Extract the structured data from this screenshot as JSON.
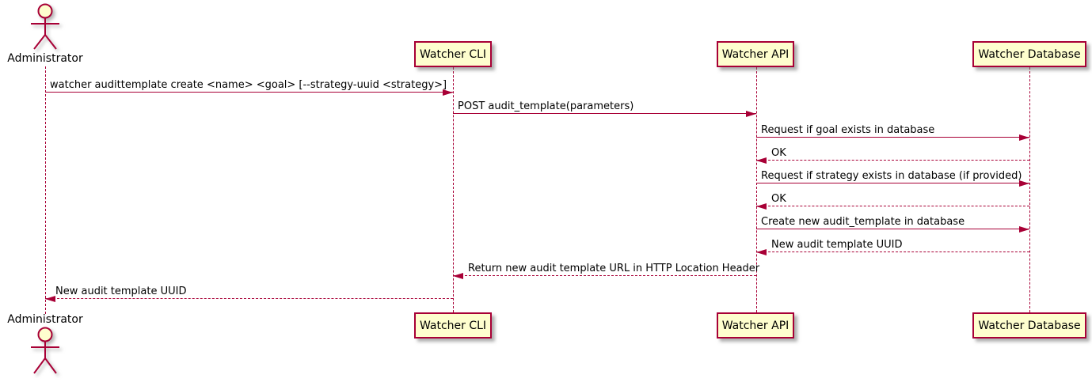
{
  "diagram": {
    "type": "uml-sequence-diagram",
    "colors": {
      "stroke": "#A80036",
      "participant_fill": "#FEFECE",
      "text": "#000000",
      "background": "#FFFFFF"
    }
  },
  "participants": [
    {
      "name": "Administrator",
      "kind": "actor"
    },
    {
      "name": "Watcher CLI",
      "kind": "participant"
    },
    {
      "name": "Watcher API",
      "kind": "participant"
    },
    {
      "name": "Watcher Database",
      "kind": "participant"
    }
  ],
  "messages": [
    {
      "from": "Administrator",
      "to": "Watcher CLI",
      "label": "watcher audittemplate create <name> <goal> [--strategy-uuid <strategy>]",
      "line": "solid",
      "direction": "right"
    },
    {
      "from": "Watcher CLI",
      "to": "Watcher API",
      "label": "POST audit_template(parameters)",
      "line": "solid",
      "direction": "right"
    },
    {
      "from": "Watcher API",
      "to": "Watcher Database",
      "label": "Request if goal exists in database",
      "line": "solid",
      "direction": "right"
    },
    {
      "from": "Watcher Database",
      "to": "Watcher API",
      "label": "OK",
      "line": "dashed",
      "direction": "left"
    },
    {
      "from": "Watcher API",
      "to": "Watcher Database",
      "label": "Request if strategy exists in database (if provided)",
      "line": "solid",
      "direction": "right"
    },
    {
      "from": "Watcher Database",
      "to": "Watcher API",
      "label": "OK",
      "line": "dashed",
      "direction": "left"
    },
    {
      "from": "Watcher API",
      "to": "Watcher Database",
      "label": "Create new audit_template in database",
      "line": "solid",
      "direction": "right"
    },
    {
      "from": "Watcher Database",
      "to": "Watcher API",
      "label": "New audit template UUID",
      "line": "dashed",
      "direction": "left"
    },
    {
      "from": "Watcher API",
      "to": "Watcher CLI",
      "label": "Return new audit template URL in HTTP Location Header",
      "line": "dashed",
      "direction": "left"
    },
    {
      "from": "Watcher CLI",
      "to": "Administrator",
      "label": "New audit template UUID",
      "line": "dashed",
      "direction": "left"
    }
  ]
}
